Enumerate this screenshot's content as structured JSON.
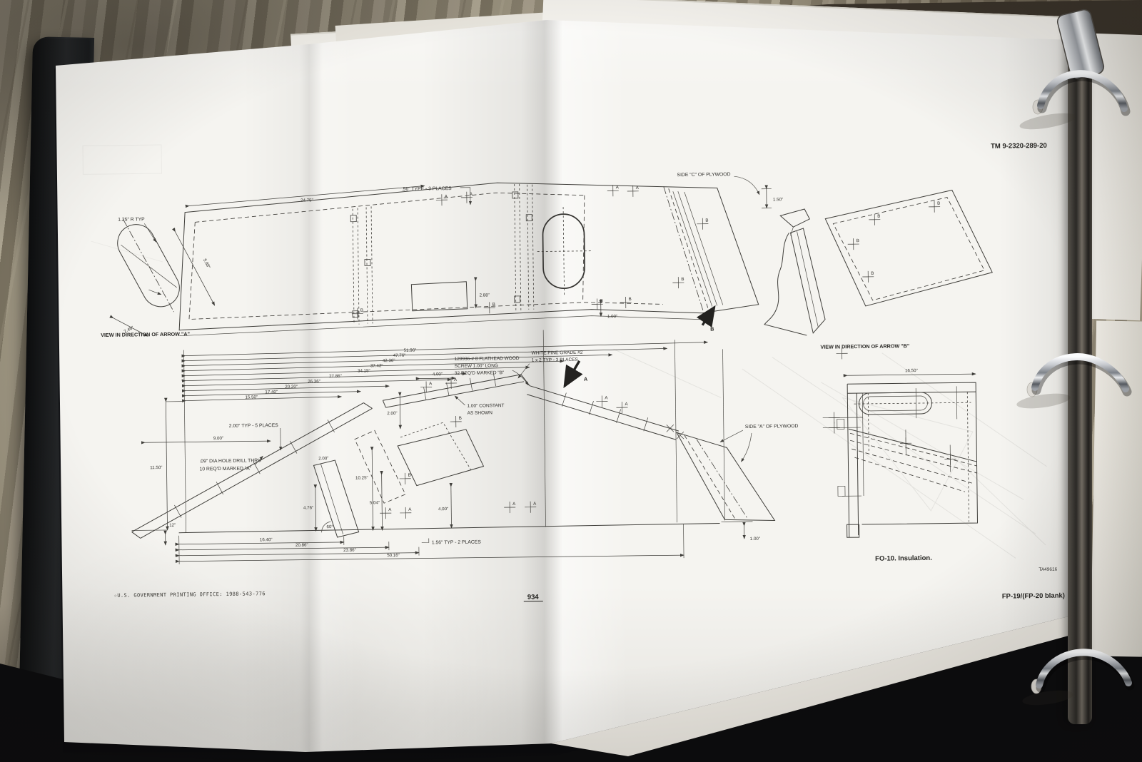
{
  "binder": {
    "cover_color": "#1a1b1d",
    "ring_color": "#c9ccd0",
    "paper_color": "#f5f4f0",
    "desk_color": "#968e7c"
  },
  "page": {
    "tm_number": "TM 9-2320-289-20",
    "page_number": "934",
    "figure_caption": "FO-10. Insulation.",
    "plate_number": "TA49616",
    "footer_right": "FP-19/(FP-20 blank)",
    "printing_note": "☆U.S. GOVERNMENT PRINTING OFFICE: 1988-543-776"
  },
  "drawing": {
    "view_a": "VIEW IN DIRECTION OF ARROW \"A\"",
    "view_b": "VIEW IN DIRECTION OF ARROW \"B\"",
    "side_a": "SIDE \"A\" OF PLYWOOD",
    "side_c": "SIDE \"C\" OF PLYWOOD",
    "markers": {
      "a": "A",
      "b": "B"
    },
    "notes": {
      "radius": "1.25\" R TYP",
      "type3": ".56\" TYPE - 3 PLACES",
      "screw1": "129936-# 8 FLATHEAD WOOD",
      "screw2": "SCREW 1.00\" LONG",
      "screw3": "32 REQ'D MARKED \"B\"",
      "pine1": "WHITE PINE GRADE #2",
      "pine2": "1 x 2 TYP - 3 PLACES",
      "const1": "1.00\" CONSTANT",
      "const2": "AS SHOWN",
      "typ5": "2.00\" TYP - 5 PLACES",
      "hole1": ".09\" DIA HOLE DRILL THRU",
      "hole2": "10 REQ'D MARKED \"A\"",
      "typ2": "1.56\" TYP - 2 PLACES"
    },
    "dims": {
      "d24_75": "24.75\"",
      "d5_88": "5.88\"",
      "d2_46": "2.46\"",
      "d2_88": "2.88\"",
      "d1_50": "1.50\"",
      "d1_00": "1.00\"",
      "d51_96": "51.96\"",
      "d47_76": "47.76\"",
      "d42_36": "42.36\"",
      "d37_42": "37.42\"",
      "d34_15": "34.15\"",
      "d27_86": "27.86\"",
      "d26_36": "26.36\"",
      "d20_20": "20.20\"",
      "d17_40": "17.40\"",
      "d15_50": "15.50\"",
      "d11_50": "11.50\"",
      "d9_00": "9.00\"",
      "d2_00": "2.00\"",
      "d_12": ".12\"",
      "d16_40": "16.40\"",
      "d20_86": "20.86\"",
      "d23_86": "23.86\"",
      "d50_16": "50.16\"",
      "d10_25": "10.25\"",
      "d5_04": "5.04\"",
      "d4_00": "4.00\"",
      "d4_76": "4.76\"",
      "d60": "60°",
      "d16_50": "16.50\""
    }
  }
}
